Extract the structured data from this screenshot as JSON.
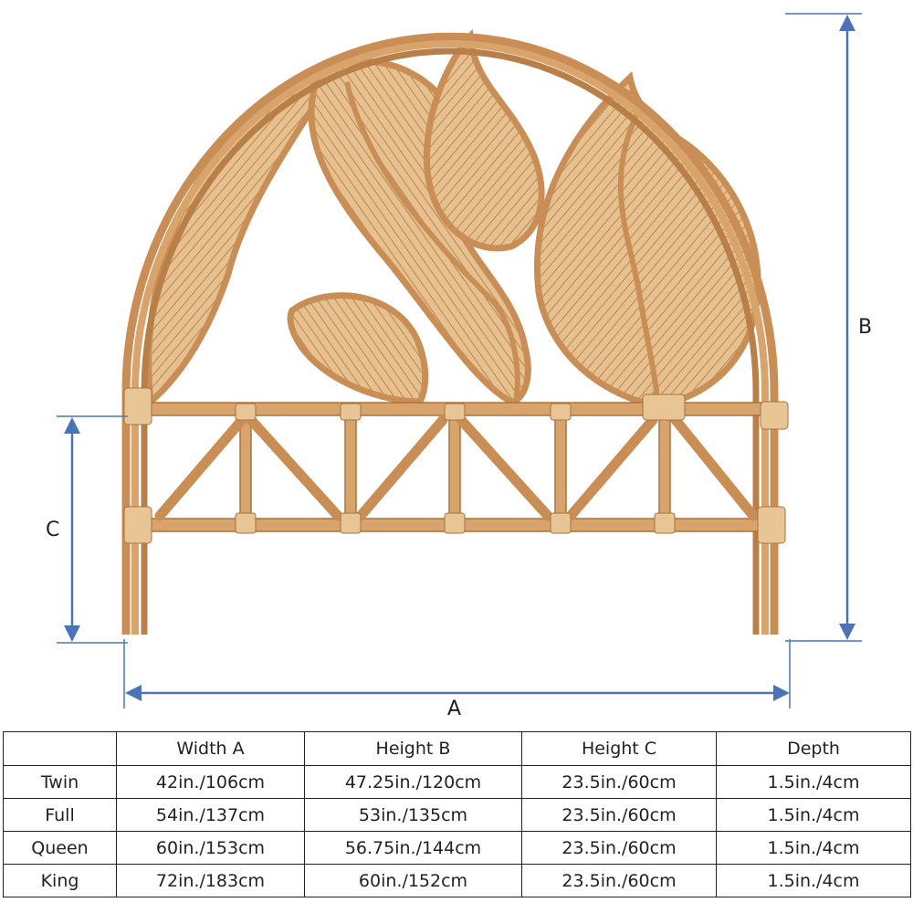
{
  "dimension_labels": {
    "a": "A",
    "b": "B",
    "c": "C"
  },
  "colors": {
    "rattan": "#c98e55",
    "rattan_light": "#e2b887",
    "rattan_dark": "#8f5f33",
    "arrow": "#4a74b8"
  },
  "table": {
    "headers": [
      "",
      "Width A",
      "Height B",
      "Height C",
      "Depth"
    ],
    "rows": [
      {
        "size": "Twin",
        "width_a": "42in./106cm",
        "height_b": "47.25in./120cm",
        "height_c": "23.5in./60cm",
        "depth": "1.5in./4cm"
      },
      {
        "size": "Full",
        "width_a": "54in./137cm",
        "height_b": "53in./135cm",
        "height_c": "23.5in./60cm",
        "depth": "1.5in./4cm"
      },
      {
        "size": "Queen",
        "width_a": "60in./153cm",
        "height_b": "56.75in./144cm",
        "height_c": "23.5in./60cm",
        "depth": "1.5in./4cm"
      },
      {
        "size": "King",
        "width_a": "72in./183cm",
        "height_b": "60in./152cm",
        "height_c": "23.5in./60cm",
        "depth": "1.5in./4cm"
      }
    ]
  }
}
